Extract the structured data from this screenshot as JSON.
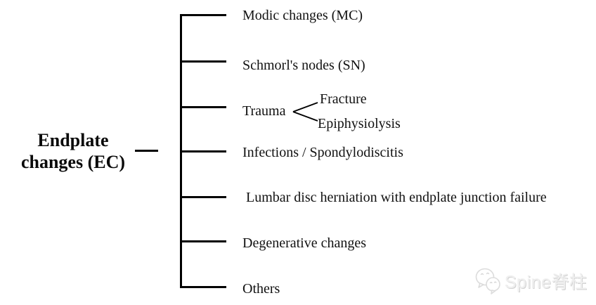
{
  "diagram": {
    "root": {
      "line1": "Endplate",
      "line2": "changes (EC)"
    },
    "branches": [
      {
        "label": "Modic changes (MC)"
      },
      {
        "label": "Schmorl's nodes (SN)"
      },
      {
        "label": "Trauma",
        "children": [
          "Fracture",
          "Epiphysiolysis"
        ]
      },
      {
        "label": "Infections / Spondylodiscitis"
      },
      {
        "label": "Lumbar disc herniation with endplate junction failure"
      },
      {
        "label": "Degenerative changes"
      },
      {
        "label": "Others"
      }
    ]
  },
  "watermark": {
    "icon": "wechat-icon",
    "text": "Spine脊柱"
  },
  "colors": {
    "line": "#000000",
    "text": "#111111",
    "watermark_fill": "#efefef",
    "watermark_shadow": "#d2d2d2"
  }
}
